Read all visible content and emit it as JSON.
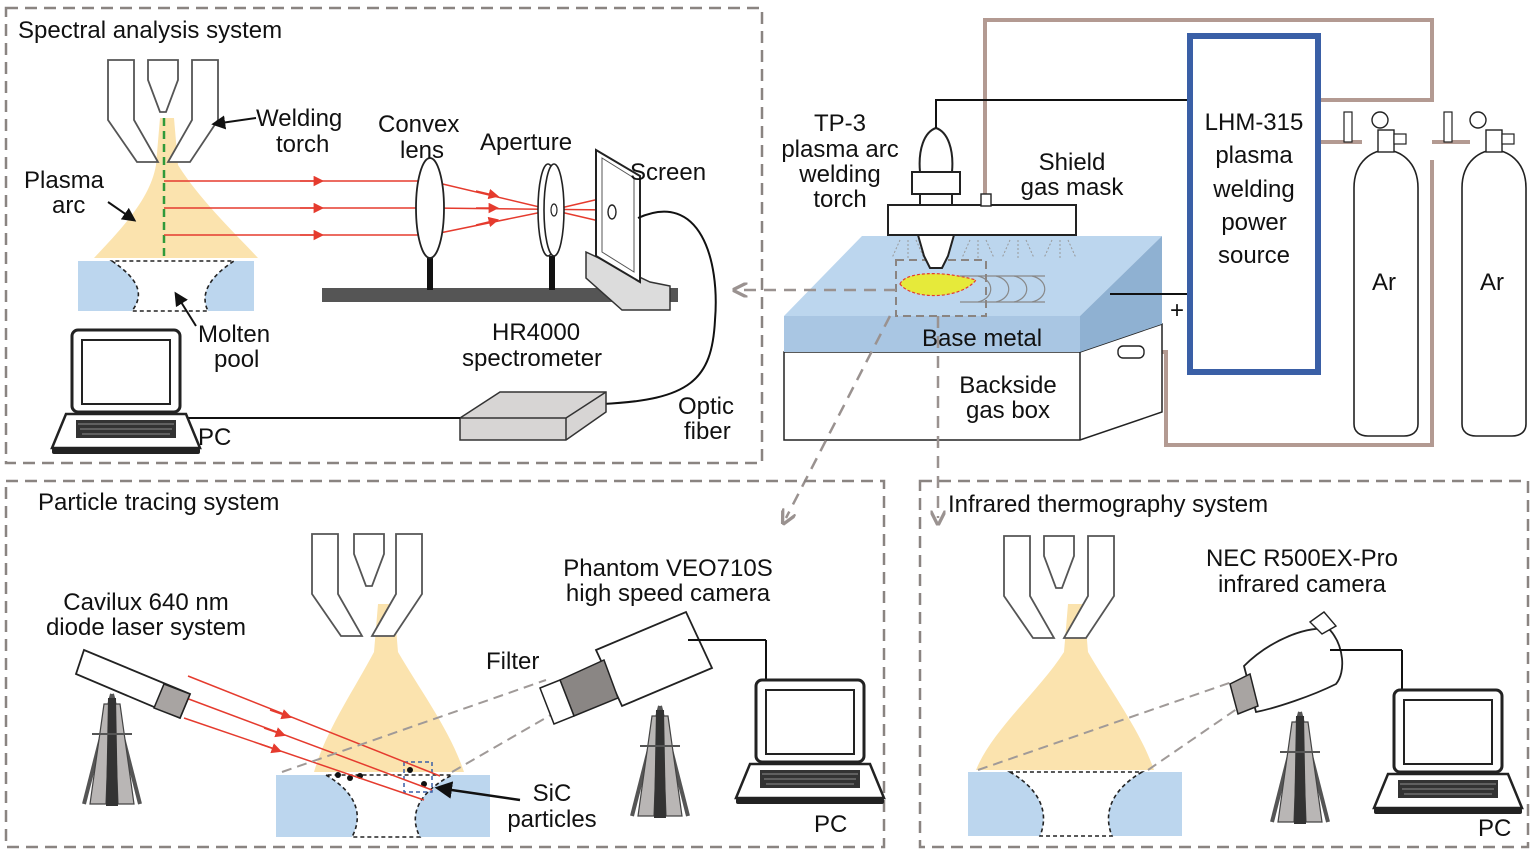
{
  "panels": {
    "spectral": {
      "title": "Spectral analysis system",
      "welding_torch": [
        "Welding",
        "torch"
      ],
      "plasma_arc": [
        "Plasma",
        "arc"
      ],
      "convex_lens": [
        "Convex",
        "lens"
      ],
      "aperture": "Aperture",
      "screen": "Screen",
      "molten_pool": [
        "Molten",
        "pool"
      ],
      "spectrometer": [
        "HR4000",
        "spectrometer"
      ],
      "optic_fiber": [
        "Optic",
        "fiber"
      ],
      "pc": "PC"
    },
    "setup": {
      "torch": [
        "TP-3",
        "plasma arc",
        "welding",
        "torch"
      ],
      "shield": [
        "Shield",
        "gas mask"
      ],
      "base_metal": "Base metal",
      "gas_box": [
        "Backside",
        "gas box"
      ],
      "power_source": [
        "LHM-315",
        "plasma",
        "welding",
        "power",
        "source"
      ],
      "gas1": "Ar",
      "gas2": "Ar",
      "minus": "−",
      "plus": "+"
    },
    "particle": {
      "title": "Particle tracing system",
      "laser": [
        "Cavilux 640 nm",
        "diode laser system"
      ],
      "camera": [
        "Phantom VEO710S",
        "high speed camera"
      ],
      "filter": "Filter",
      "sic": [
        "SiC",
        "particles"
      ],
      "pc": "PC"
    },
    "infrared": {
      "title": "Infrared thermography system",
      "camera": [
        "NEC R500EX-Pro",
        "infrared camera"
      ],
      "pc": "PC"
    }
  },
  "colors": {
    "beam": "#e53b2e",
    "plasma": "#fbe3ae",
    "metal": "#bcd6ee",
    "power_box": "#3a5fa6",
    "gas_pipe": "#b39a92",
    "dashed_frame": "#8a8481",
    "green_axis": "#2f9a3a",
    "weld_bead": "#e6ea3a"
  },
  "icons": [
    "laptop-icon",
    "tripod-icon",
    "gas-cylinder-icon",
    "camera-icon",
    "welding-torch-icon"
  ]
}
